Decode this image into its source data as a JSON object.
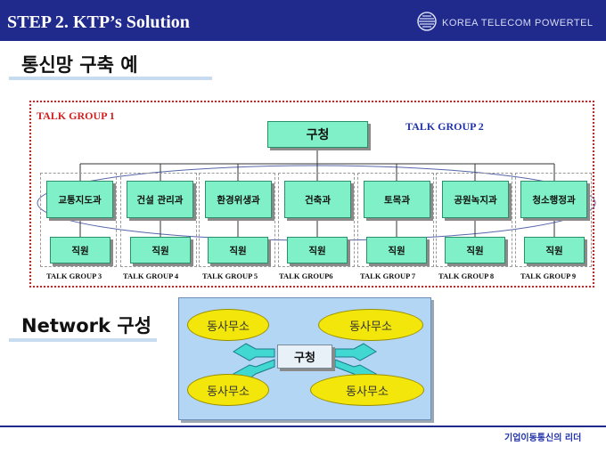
{
  "header": {
    "title": "STEP 2.  KTP’s Solution",
    "brand": "KOREA TELECOM POWERTEL",
    "logo_icon": "globe-logo-icon"
  },
  "section1": {
    "title": "통신망 구축 예",
    "talk_group_1": "TALK GROUP 1",
    "talk_group_2": "TALK GROUP 2",
    "top_node": "구청",
    "departments": [
      {
        "name": "교통지도과",
        "staff": "직원",
        "group": "TALK GROUP 3"
      },
      {
        "name": "건설 관리과",
        "staff": "직원",
        "group": "TALK GROUP 4"
      },
      {
        "name": "환경위생과",
        "staff": "직원",
        "group": "TALK GROUP 5"
      },
      {
        "name": "건축과",
        "staff": "직원",
        "group": "TALK GROUP6"
      },
      {
        "name": "토목과",
        "staff": "직원",
        "group": "TALK GROUP 7"
      },
      {
        "name": "공원녹지과",
        "staff": "직원",
        "group": "TALK GROUP 8"
      },
      {
        "name": "청소행정과",
        "staff": "직원",
        "group": "TALK GROUP 9"
      }
    ]
  },
  "section2": {
    "title": "Network 구성",
    "center": "구청",
    "offices": [
      "동사무소",
      "동사무소",
      "동사무소",
      "동사무소"
    ]
  },
  "footer": {
    "text": "기업이동통신의 리더"
  },
  "colors": {
    "header_bg": "#1f2a8c",
    "node_green": "#7ff0c8",
    "office_yellow": "#f2e60a",
    "network_bg": "#b2d6f4",
    "frame_red": "#e02020"
  }
}
